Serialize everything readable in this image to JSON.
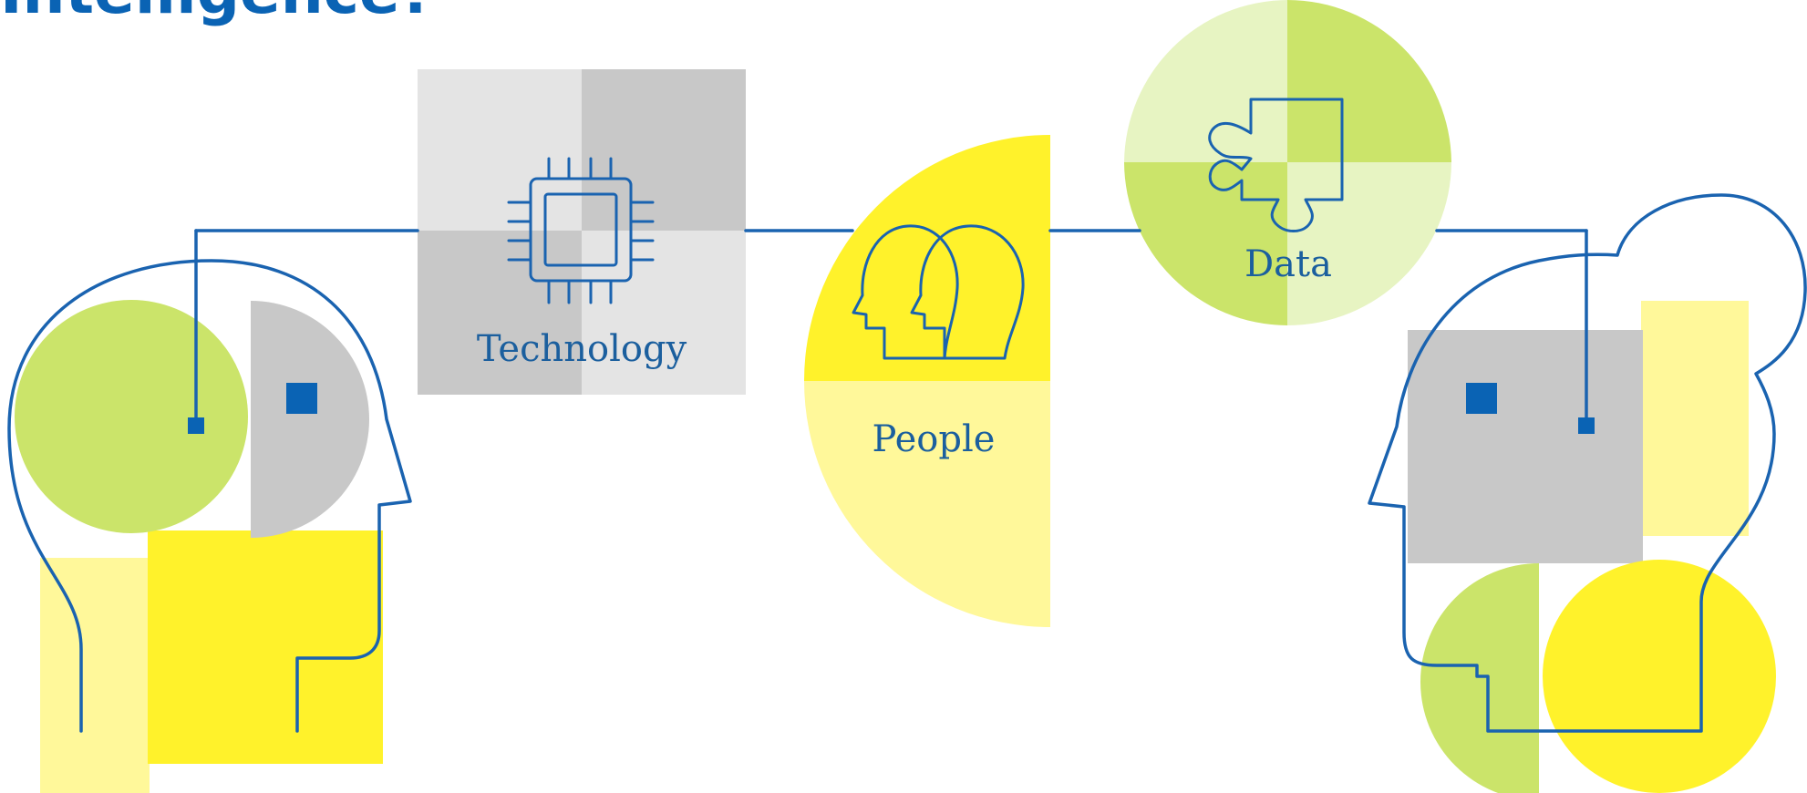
{
  "heading": {
    "text": "Intelligence?"
  },
  "nodes": {
    "technology": {
      "label": "Technology",
      "icon": "microchip-icon"
    },
    "people": {
      "label": "People",
      "icon": "two-heads-icon"
    },
    "data": {
      "label": "Data",
      "icon": "puzzle-piece-icon"
    }
  },
  "colors": {
    "line_blue": "#1a63b0",
    "heading_blue": "#0a63b4",
    "label_blue": "#1b5f9e",
    "lime": "#cbe46a",
    "pale_lime": "#e7f4c2",
    "yellow": "#fff22b",
    "pale_yellow": "#fff89a",
    "gray": "#c8c8c8",
    "light_gray": "#e4e4e4"
  }
}
